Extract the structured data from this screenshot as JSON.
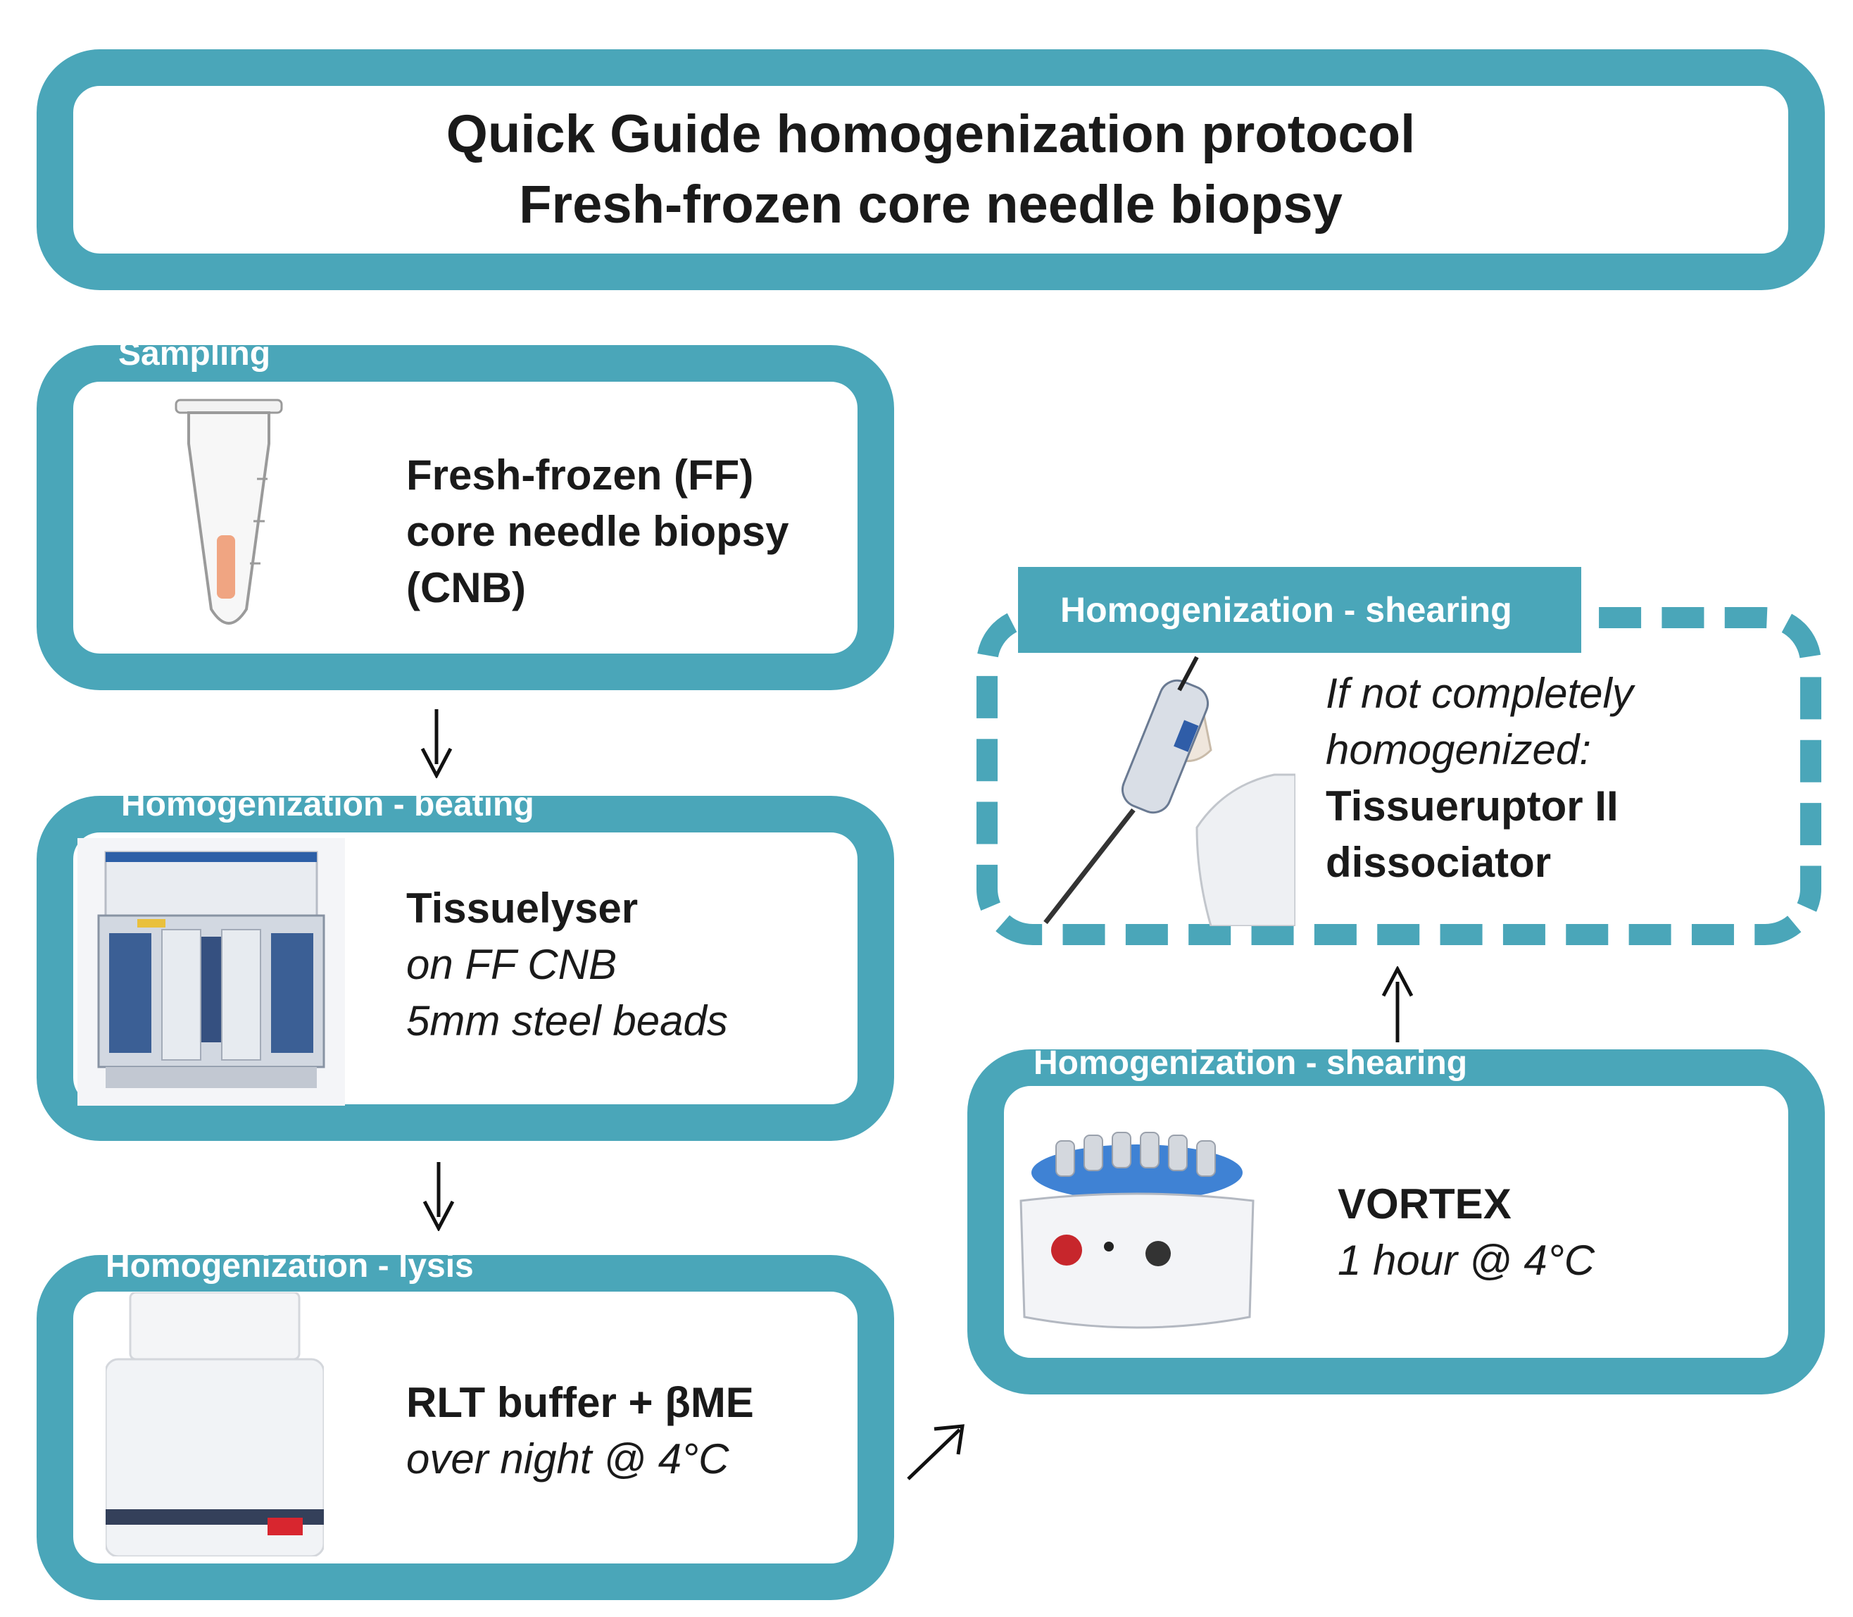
{
  "title": {
    "line1": "Quick Guide homogenization protocol",
    "line2": "Fresh-frozen core needle biopsy"
  },
  "steps": {
    "sampling": {
      "label": "Sampling",
      "line1": "Fresh-frozen (FF)",
      "line2": "core needle biopsy",
      "line3": "(CNB)"
    },
    "beating": {
      "label": "Homogenization - beating",
      "line1": "Tissuelyser",
      "line2": "on FF CNB",
      "line3": "5mm steel beads"
    },
    "lysis": {
      "label": "Homogenization - lysis",
      "line1": "RLT buffer + βME",
      "line2": "over night @ 4°C"
    },
    "vortex": {
      "label": "Homogenization - shearing",
      "line1": "VORTEX",
      "line2": "1 hour @ 4°C"
    },
    "tissueruptor": {
      "label": "Homogenization - shearing",
      "line1": "If not completely",
      "line2": "homogenized:",
      "line3": "Tissueruptor II",
      "line4": "dissociator"
    }
  },
  "colors": {
    "box_border": "#4aa6b9",
    "text": "#1a1a1a"
  },
  "icons": {
    "sampling": "microtube-icon",
    "beating": "tissuelyser-icon",
    "lysis": "buffer-bottle-icon",
    "vortex": "vortex-mixer-icon",
    "tissueruptor": "handheld-homogenizer-icon"
  }
}
